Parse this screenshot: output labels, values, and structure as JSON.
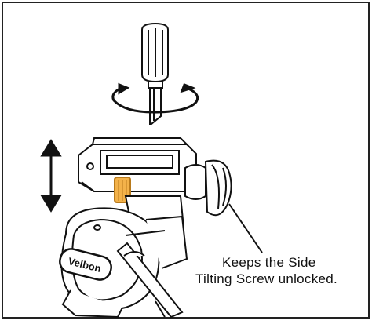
{
  "caption": {
    "line1": "Keeps the Side",
    "line2": "Tilting Screw unlocked."
  },
  "logo_text": "Velbon",
  "colors": {
    "ink": "#111111",
    "frame": "#222222",
    "knob_highlight": "#f3b24a",
    "paper": "#ffffff"
  },
  "icons": [
    "screwdriver-icon",
    "rotation-arrow-icon",
    "vertical-double-arrow-icon",
    "tripod-head-icon"
  ]
}
